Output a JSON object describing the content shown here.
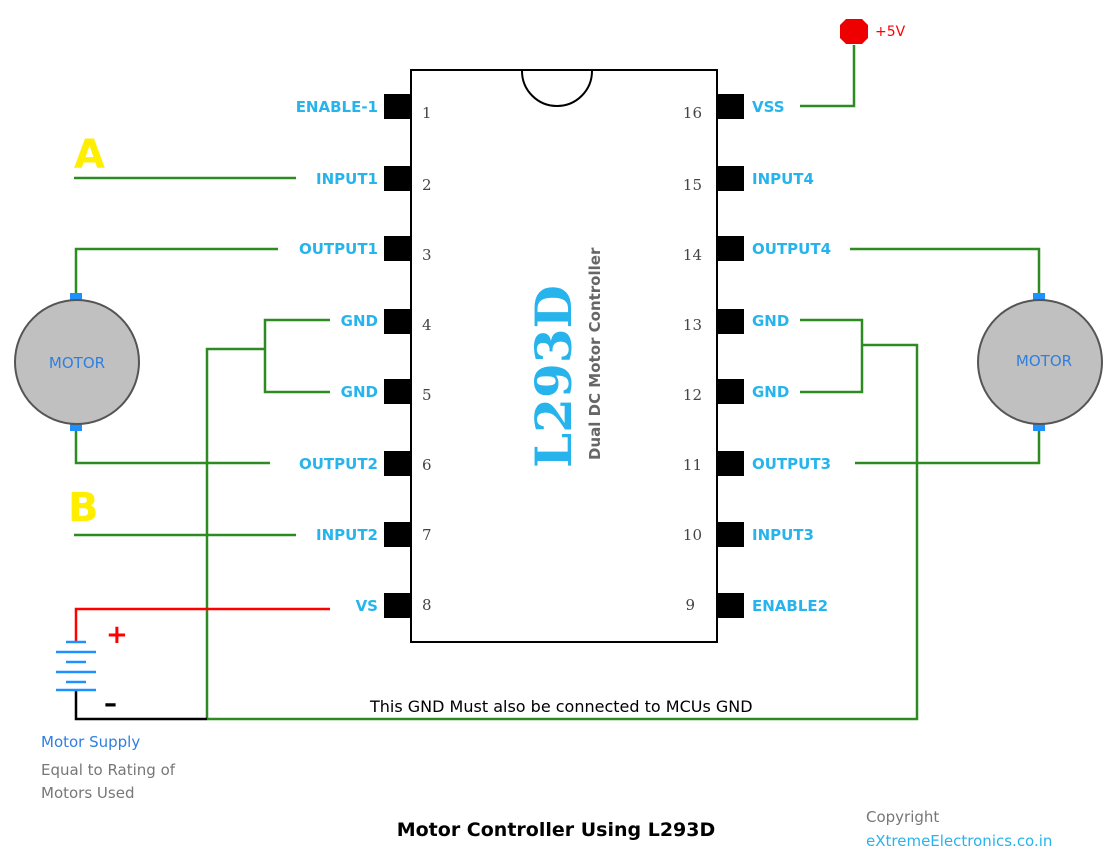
{
  "caption": "Motor Controller Using L293D",
  "copyright": {
    "line1": "Copyright",
    "line2": "eXtremeElectronics.co.in"
  },
  "chip": {
    "name": "L293D",
    "description": "Dual DC Motor Controller"
  },
  "power": {
    "vcc_label": "+5V"
  },
  "inputs": {
    "a": "A",
    "b": "B"
  },
  "motors": {
    "left": "MOTOR",
    "right": "MOTOR"
  },
  "supply": {
    "title": "Motor Supply",
    "note_line1": "Equal to Rating of",
    "note_line2": "Motors Used",
    "plus": "+",
    "minus": "–"
  },
  "gnd_note": "This GND Must also be connected to MCUs GND",
  "pins": {
    "left": [
      {
        "num": "1",
        "label": "ENABLE-1"
      },
      {
        "num": "2",
        "label": "INPUT1"
      },
      {
        "num": "3",
        "label": "OUTPUT1"
      },
      {
        "num": "4",
        "label": "GND"
      },
      {
        "num": "5",
        "label": "GND"
      },
      {
        "num": "6",
        "label": "OUTPUT2"
      },
      {
        "num": "7",
        "label": "INPUT2"
      },
      {
        "num": "8",
        "label": "VS"
      }
    ],
    "right": [
      {
        "num": "16",
        "label": "VSS"
      },
      {
        "num": "15",
        "label": "INPUT4"
      },
      {
        "num": "14",
        "label": "OUTPUT4"
      },
      {
        "num": "13",
        "label": "GND"
      },
      {
        "num": "12",
        "label": "GND"
      },
      {
        "num": "11",
        "label": "OUTPUT3"
      },
      {
        "num": "10",
        "label": "INPUT3"
      },
      {
        "num": "9",
        "label": "ENABLE2"
      }
    ]
  },
  "colors": {
    "wire": "#2e8b22",
    "power_wire": "#ff0000",
    "label": "#27b4ec",
    "motor_fill": "#c0c0c0",
    "input_letter": "#ffee00"
  }
}
